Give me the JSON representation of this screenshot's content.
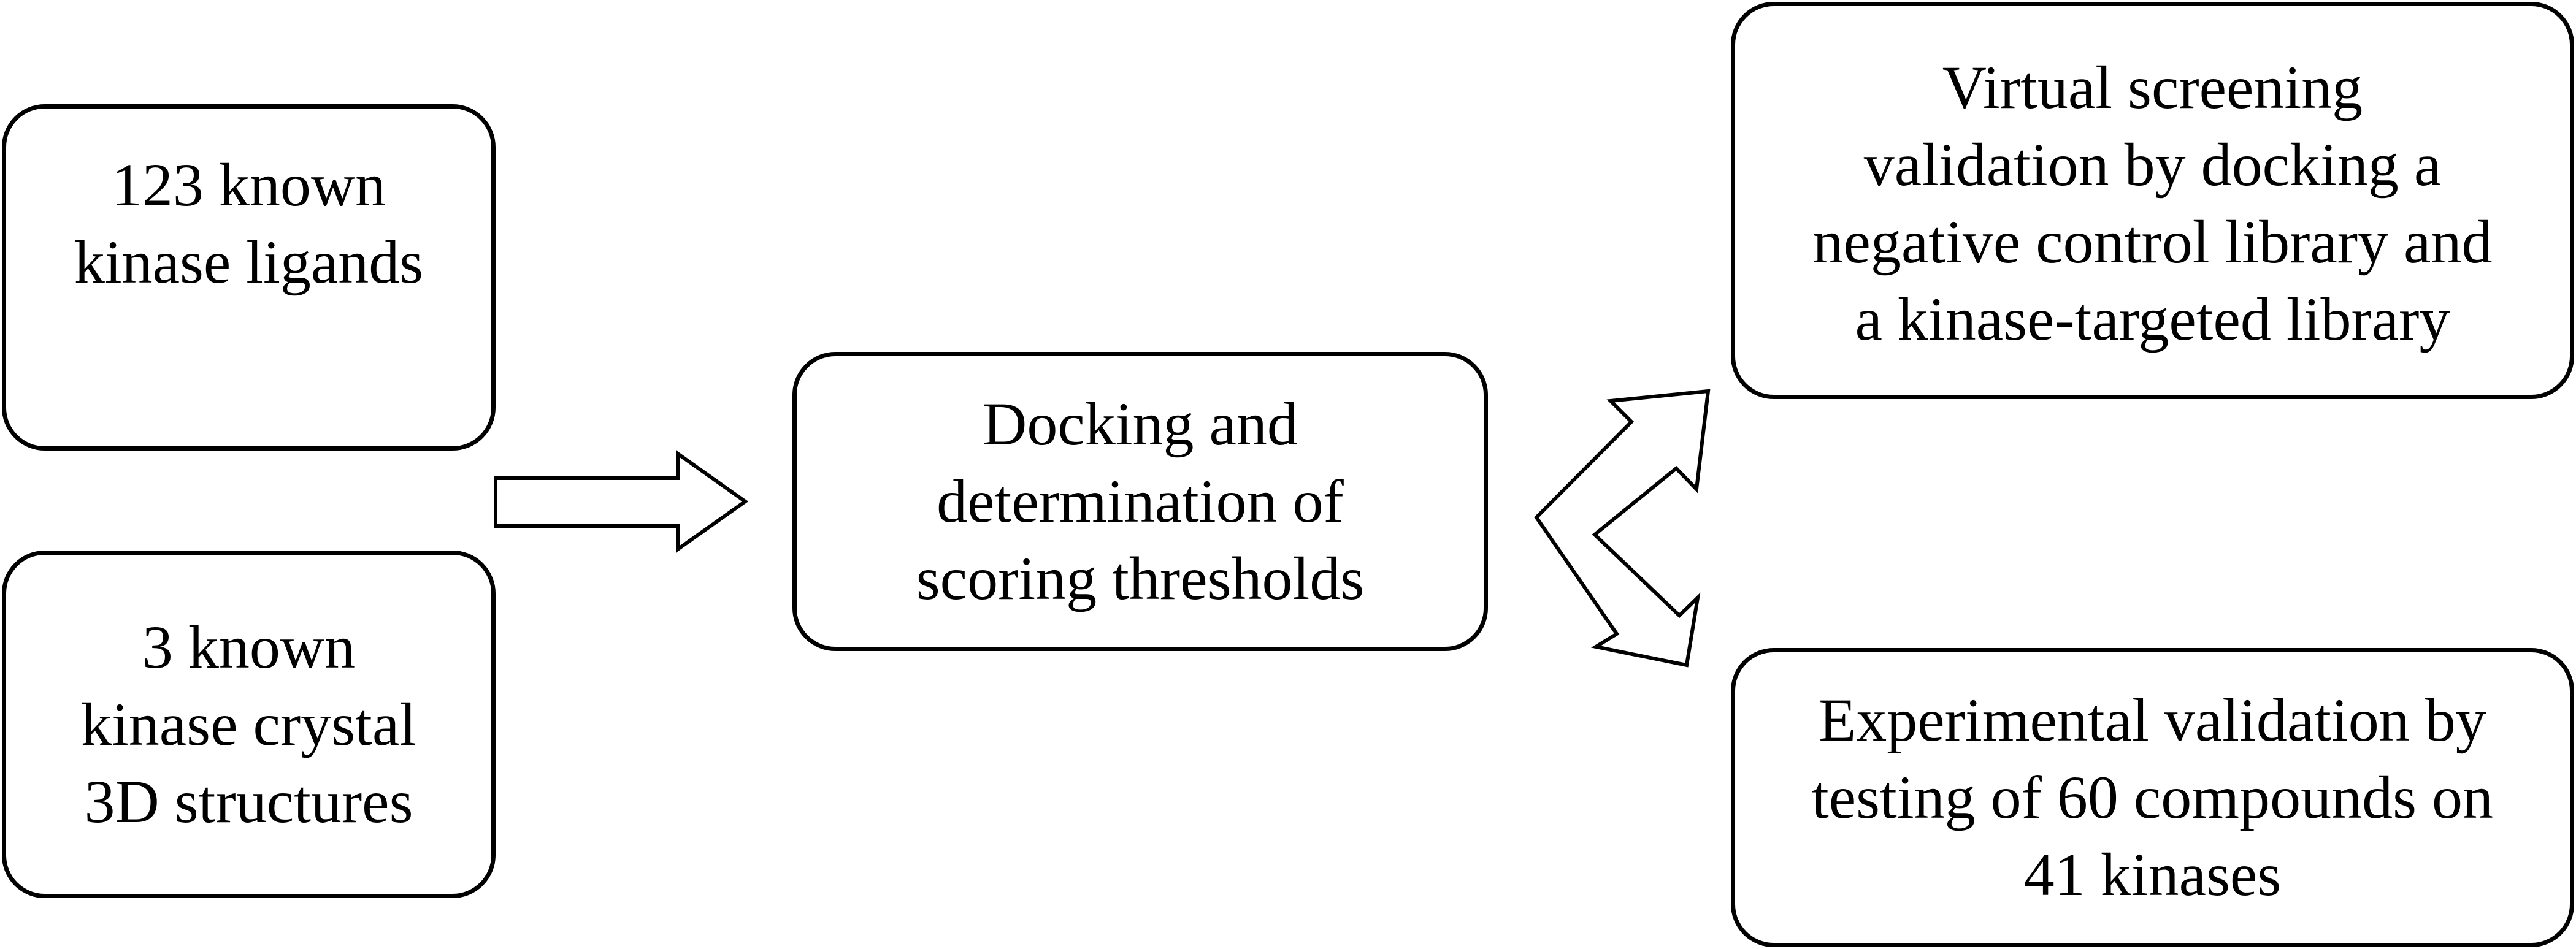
{
  "diagram": {
    "nodes": {
      "ligands": {
        "lines": [
          "123 known",
          "kinase ligands"
        ]
      },
      "crystal": {
        "lines": [
          "3 known",
          "kinase crystal",
          "3D structures"
        ]
      },
      "docking": {
        "lines": [
          "Docking and",
          "determination of",
          "scoring thresholds"
        ]
      },
      "virtual": {
        "lines": [
          "Virtual screening",
          "validation by docking a",
          "negative control library and",
          "a kinase-targeted library"
        ]
      },
      "experimental": {
        "lines": [
          "Experimental validation by",
          "testing of 60 compounds on",
          "41 kinases"
        ]
      }
    },
    "colors": {
      "stroke": "#000000",
      "fill": "#ffffff"
    }
  }
}
